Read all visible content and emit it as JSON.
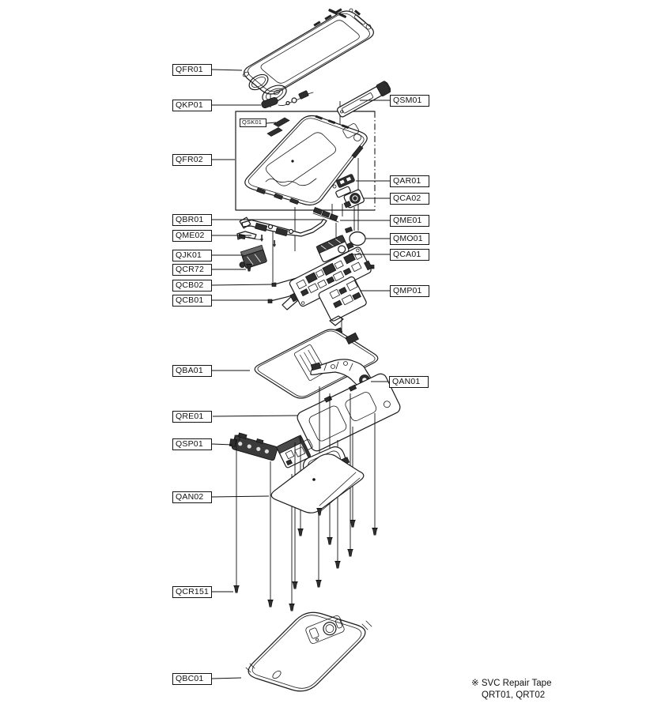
{
  "page": {
    "background": "#ffffff",
    "line_color": "#1a1a1a"
  },
  "diagram": {
    "kind": "exploded-parts-view",
    "labels": [
      {
        "text": "QFR01"
      },
      {
        "text": "QKP01"
      },
      {
        "text": "QSM01"
      },
      {
        "text": "QSK01"
      },
      {
        "text": "QFR02"
      },
      {
        "text": "QAR01"
      },
      {
        "text": "QCA02"
      },
      {
        "text": "QBR01"
      },
      {
        "text": "QME01"
      },
      {
        "text": "QME02"
      },
      {
        "text": "QMO01"
      },
      {
        "text": "QJK01"
      },
      {
        "text": "QCA01"
      },
      {
        "text": "QCR72"
      },
      {
        "text": "QCB02"
      },
      {
        "text": "QMP01"
      },
      {
        "text": "QCB01"
      },
      {
        "text": "QBA01"
      },
      {
        "text": "QAN01"
      },
      {
        "text": "QRE01"
      },
      {
        "text": "QSP01"
      },
      {
        "text": "QAN02"
      },
      {
        "text": "QCR151"
      },
      {
        "text": "QBC01"
      }
    ],
    "footnote": {
      "line1": "※ SVC Repair Tape",
      "line2": "QRT01, QRT02"
    }
  }
}
